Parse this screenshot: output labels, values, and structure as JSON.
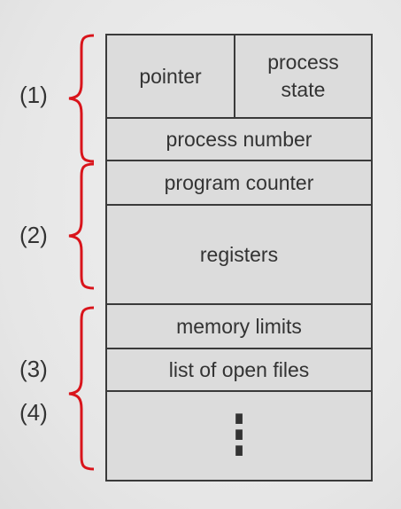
{
  "pcb": {
    "pointer": "pointer",
    "process_state": "process\nstate",
    "process_number": "process number",
    "program_counter": "program counter",
    "registers": "registers",
    "memory_limits": "memory limits",
    "open_files": "list of open files",
    "ellipsis": "⋮"
  },
  "groups": {
    "g1": "(1)",
    "g2": "(2)",
    "g3": "(3)",
    "g4": "(4)"
  },
  "colors": {
    "brace": "#d9141b",
    "border": "#3a3a3a",
    "fill": "#dcdcdc"
  }
}
